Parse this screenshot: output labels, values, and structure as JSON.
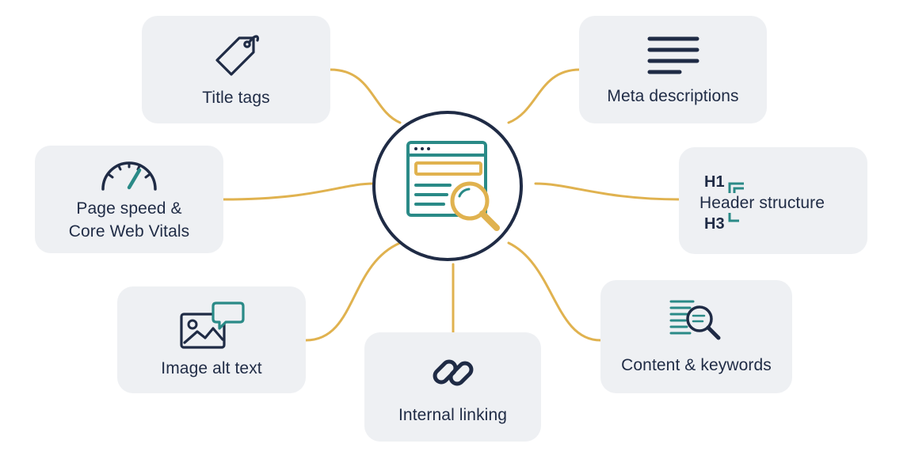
{
  "diagram": {
    "hub": {
      "icon": "webpage-search-icon"
    },
    "colors": {
      "navy": "#1f2b45",
      "teal": "#2a8a87",
      "gold": "#e0b24f",
      "card": "#eef0f3"
    },
    "nodes": {
      "title_tags": {
        "label": "Title tags",
        "icon": "price-tag-icon"
      },
      "meta_descriptions": {
        "label": "Meta descriptions",
        "icon": "text-lines-icon"
      },
      "page_speed": {
        "label_line1": "Page speed &",
        "label_line2": "Core Web Vitals",
        "icon": "speedometer-icon"
      },
      "header_structure": {
        "label": "Header structure",
        "tag_h1": "H1",
        "tag_h3": "H3",
        "icon": "heading-hierarchy-icon"
      },
      "image_alt": {
        "label": "Image alt text",
        "icon": "image-caption-icon"
      },
      "content_keywords": {
        "label": "Content & keywords",
        "icon": "document-search-icon"
      },
      "internal_linking": {
        "label": "Internal linking",
        "icon": "chain-link-icon"
      }
    }
  }
}
